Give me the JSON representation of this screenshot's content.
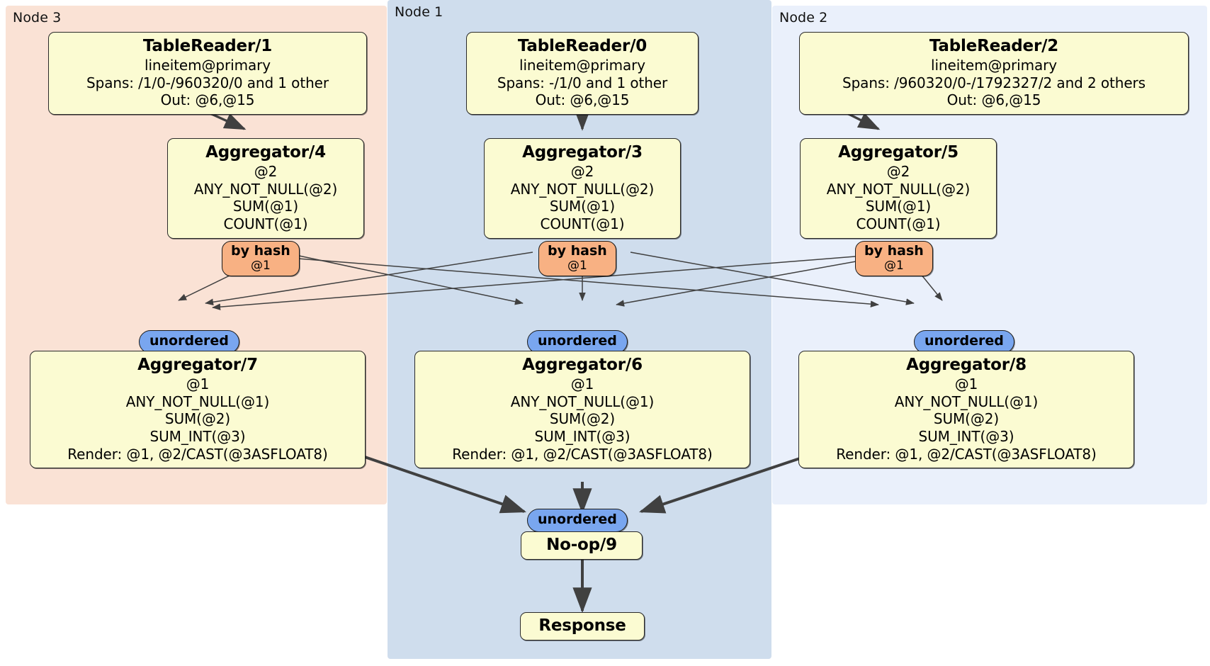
{
  "diagram": {
    "type": "distributed-query-plan",
    "colors": {
      "node3_panel": "#fae2d5",
      "node1_panel": "#cfdded",
      "node2_panel": "#eaf0fb",
      "processor_box": "#fbfbd2",
      "hash_router": "#f8b183",
      "unordered_sync": "#79a6ef",
      "edge": "#404040"
    }
  },
  "nodes": [
    {
      "id": "node3",
      "label": "Node 3"
    },
    {
      "id": "node1",
      "label": "Node 1"
    },
    {
      "id": "node2",
      "label": "Node 2"
    }
  ],
  "processors": {
    "table_reader_1": {
      "title": "TableReader/1",
      "lines": [
        "lineitem@primary",
        "Spans: /1/0-/960320/0 and 1 other",
        "Out: @6,@15"
      ]
    },
    "table_reader_0": {
      "title": "TableReader/0",
      "lines": [
        "lineitem@primary",
        "Spans: -/1/0 and 1 other",
        "Out: @6,@15"
      ]
    },
    "table_reader_2": {
      "title": "TableReader/2",
      "lines": [
        "lineitem@primary",
        "Spans: /960320/0-/1792327/2 and 2 others",
        "Out: @6,@15"
      ]
    },
    "aggregator_4": {
      "title": "Aggregator/4",
      "lines": [
        "@2",
        "ANY_NOT_NULL(@2)",
        "SUM(@1)",
        "COUNT(@1)"
      ]
    },
    "aggregator_3": {
      "title": "Aggregator/3",
      "lines": [
        "@2",
        "ANY_NOT_NULL(@2)",
        "SUM(@1)",
        "COUNT(@1)"
      ]
    },
    "aggregator_5": {
      "title": "Aggregator/5",
      "lines": [
        "@2",
        "ANY_NOT_NULL(@2)",
        "SUM(@1)",
        "COUNT(@1)"
      ]
    },
    "aggregator_7": {
      "title": "Aggregator/7",
      "lines": [
        "@1",
        "ANY_NOT_NULL(@1)",
        "SUM(@2)",
        "SUM_INT(@3)",
        "Render: @1, @2/CAST(@3ASFLOAT8)"
      ]
    },
    "aggregator_6": {
      "title": "Aggregator/6",
      "lines": [
        "@1",
        "ANY_NOT_NULL(@1)",
        "SUM(@2)",
        "SUM_INT(@3)",
        "Render: @1, @2/CAST(@3ASFLOAT8)"
      ]
    },
    "aggregator_8": {
      "title": "Aggregator/8",
      "lines": [
        "@1",
        "ANY_NOT_NULL(@1)",
        "SUM(@2)",
        "SUM_INT(@3)",
        "Render: @1, @2/CAST(@3ASFLOAT8)"
      ]
    },
    "noop_9": {
      "title": "No-op/9"
    },
    "response": {
      "title": "Response"
    }
  },
  "routers": {
    "hash_4": {
      "label": "by hash",
      "sub": "@1"
    },
    "hash_3": {
      "label": "by hash",
      "sub": "@1"
    },
    "hash_5": {
      "label": "by hash",
      "sub": "@1"
    },
    "unordered_7": {
      "label": "unordered"
    },
    "unordered_6": {
      "label": "unordered"
    },
    "unordered_8": {
      "label": "unordered"
    },
    "unordered_final": {
      "label": "unordered"
    }
  }
}
